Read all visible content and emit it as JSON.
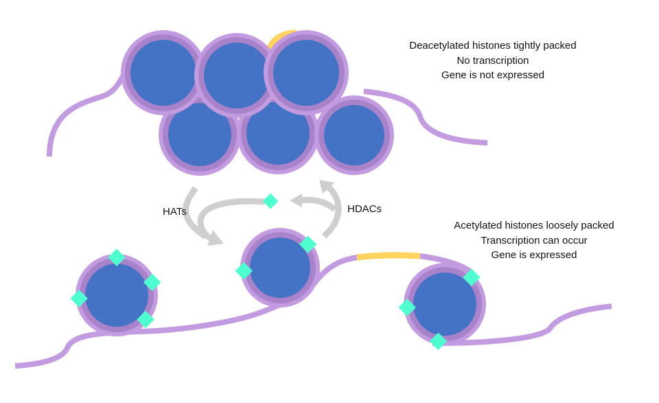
{
  "colors": {
    "dna": "#c39be0",
    "histone_ring_outer": "#c39be0",
    "histone_ring_inner": "#a983ca",
    "histone_core": "#4472c4",
    "gene_segment": "#ffd45e",
    "acetyl_group": "#4effcf",
    "arrow": "#cfcfcf"
  },
  "top_state": {
    "lines": [
      "Deacetylated histones tightly packed",
      "No transcription",
      "Gene is not expressed"
    ]
  },
  "bottom_state": {
    "lines": [
      "Acetylated histones loosely packed",
      "Transcription can occur",
      "Gene is expressed"
    ]
  },
  "enzymes": {
    "left": "HATs",
    "right": "HDACs"
  }
}
